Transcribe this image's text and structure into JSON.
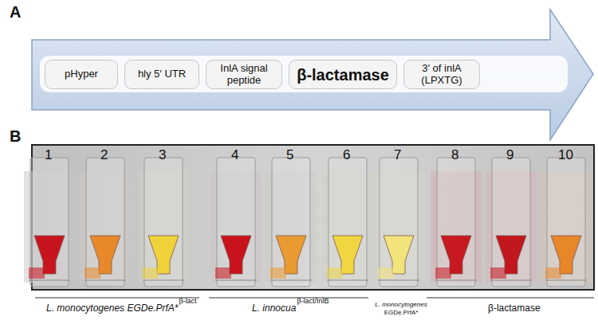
{
  "diagram": {
    "nodes": [
      {
        "text": [
          "pHyper"
        ]
      },
      {
        "text": [
          "hly 5′ UTR"
        ]
      },
      {
        "text": [
          "InlA signal peptide"
        ]
      },
      {
        "text": [
          "β-lactamase"
        ]
      },
      {
        "text": [
          "3′ of inlA (LPXTG)"
        ]
      }
    ],
    "labels": [
      "A",
      "B",
      "1",
      "2",
      "3",
      "4",
      "5",
      "6",
      "7",
      "8",
      "9",
      "10",
      "L. monocytogenes EGDe.PrfA*",
      "β-lact",
      "L. innocua",
      "β-lact/InlB",
      "L. monocytogenes",
      "EGDe.PrfA*",
      "β-lactamase"
    ]
  }
}
